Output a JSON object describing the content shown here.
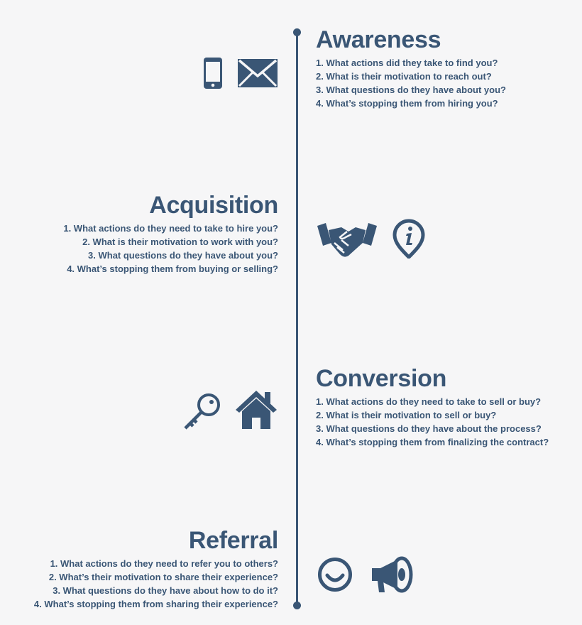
{
  "colors": {
    "primary": "#3a5675",
    "background": "#f6f6f7"
  },
  "stages": [
    {
      "title": "Awareness",
      "questions": [
        "1. What actions did they take to find you?",
        "2. What is their motivation to reach out?",
        "3. What questions do they have about you?",
        "4. What’s stopping them from hiring you?"
      ],
      "icons": [
        "phone-icon",
        "envelope-icon"
      ]
    },
    {
      "title": "Acquisition",
      "questions": [
        "1. What actions do they need to take to hire you?",
        "2. What is their motivation to work with you?",
        "3. What questions do they have about you?",
        "4. What’s stopping them from buying or selling?"
      ],
      "icons": [
        "handshake-icon",
        "info-pin-icon"
      ]
    },
    {
      "title": "Conversion",
      "questions": [
        "1. What actions do they need to take to sell or buy?",
        "2. What is their motivation to sell or buy?",
        "3. What questions do they have about the process?",
        "4. What’s stopping them from finalizing the contract?"
      ],
      "icons": [
        "key-icon",
        "house-icon"
      ]
    },
    {
      "title": "Referral",
      "questions": [
        "1. What actions do they need to refer you to others?",
        "2. What’s their motivation to share their experience?",
        "3. What questions do they have about how to do it?",
        "4. What’s stopping them from sharing their experience?"
      ],
      "icons": [
        "smiley-icon",
        "megaphone-icon"
      ]
    }
  ]
}
